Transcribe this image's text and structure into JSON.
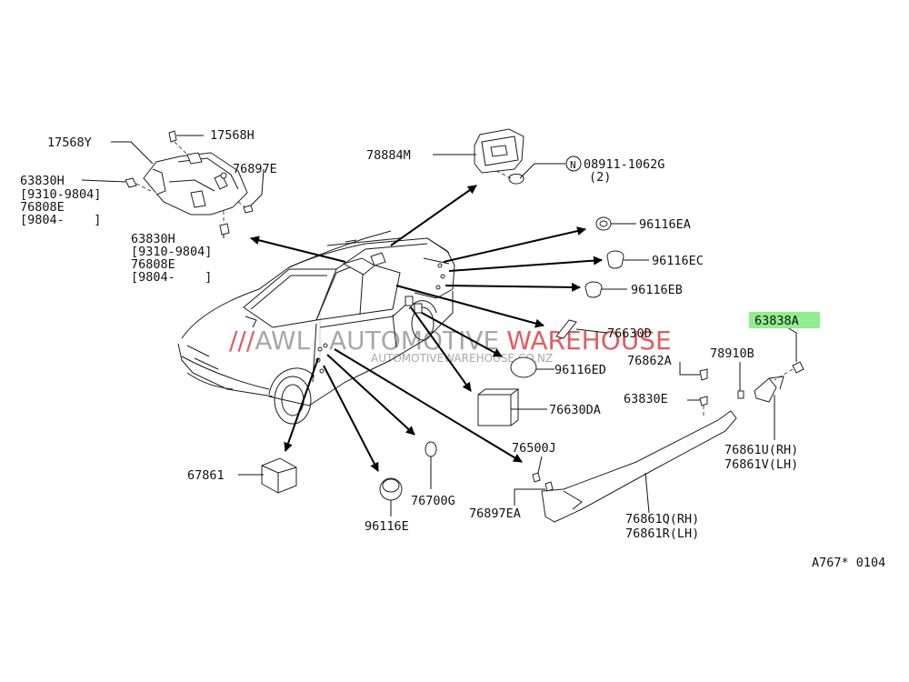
{
  "highlight_color": "#90ee90",
  "watermark": {
    "prefix": "///",
    "abbr": "AWL",
    "word1": "AUTOMOTIVE",
    "word2": "WAREHOUSE",
    "url": "AUTOMOTIVEWAREHOUSE.CO.NZ",
    "accent_color": "#d9262c",
    "text_color": "#8c8c8c"
  },
  "labels": {
    "p17568Y": "17568Y",
    "p17568H": "17568H",
    "p76897E": "76897E",
    "p63830H_a": "63830H",
    "p9310_a": "[9310-9804]",
    "p76808E_a": "76808E",
    "p9804_a": "[9804-    ]",
    "p63830H_b": "63830H",
    "p9310_b": "[9310-9804]",
    "p76808E_b": "76808E",
    "p9804_b": "[9804-    ]",
    "p78884M": "78884M",
    "pN": "N",
    "p08911": "08911-1062G",
    "p08911_qty": "(2)",
    "p96116EA": "96116EA",
    "p96116EC": "96116EC",
    "p96116EB": "96116EB",
    "p63838A": "63838A",
    "p76630D": "76630D",
    "p96116ED": "96116ED",
    "p76862A": "76862A",
    "p78910B": "78910B",
    "p63830E": "63830E",
    "p76630DA": "76630DA",
    "p76500J": "76500J",
    "p76861U": "76861U(RH)",
    "p76861V": "76861V(LH)",
    "p67861": "67861",
    "p76700G": "76700G",
    "p76897EA": "76897EA",
    "p96116E": "96116E",
    "p76861Q": "76861Q(RH)",
    "p76861R": "76861R(LH)",
    "figure_code": "A767* 0104"
  }
}
